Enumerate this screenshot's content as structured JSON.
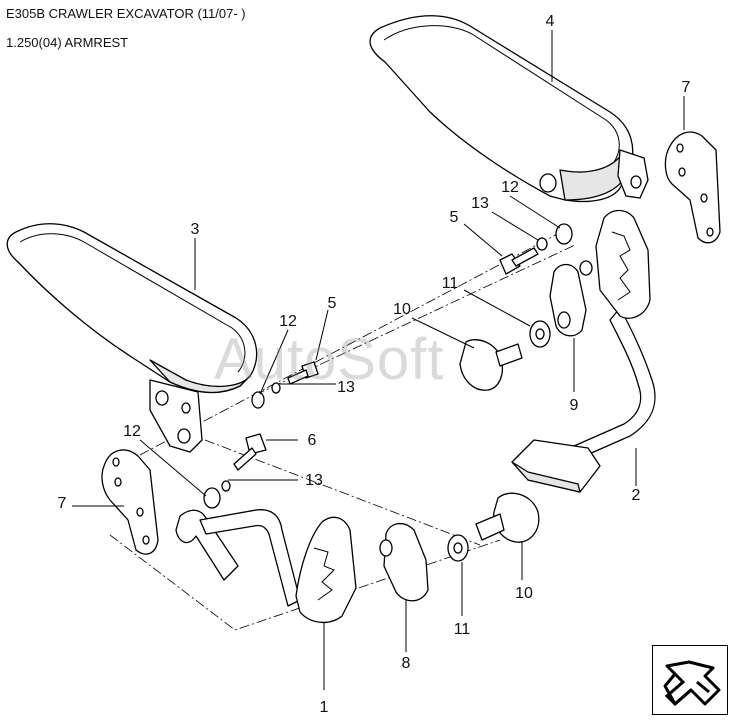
{
  "header": {
    "title": "E305B CRAWLER EXCAVATOR (11/07- )",
    "subtitle": "1.250(04) ARMREST"
  },
  "watermark": "AutoSoft",
  "callouts": [
    "1",
    "2",
    "3",
    "4",
    "5",
    "5",
    "6",
    "7",
    "7",
    "8",
    "9",
    "10",
    "10",
    "11",
    "11",
    "12",
    "12",
    "13",
    "13",
    "12",
    "13"
  ],
  "nav": {
    "icon": "arrow-icon"
  },
  "colors": {
    "line": "#000000",
    "background": "#ffffff",
    "watermark": "#969696"
  }
}
